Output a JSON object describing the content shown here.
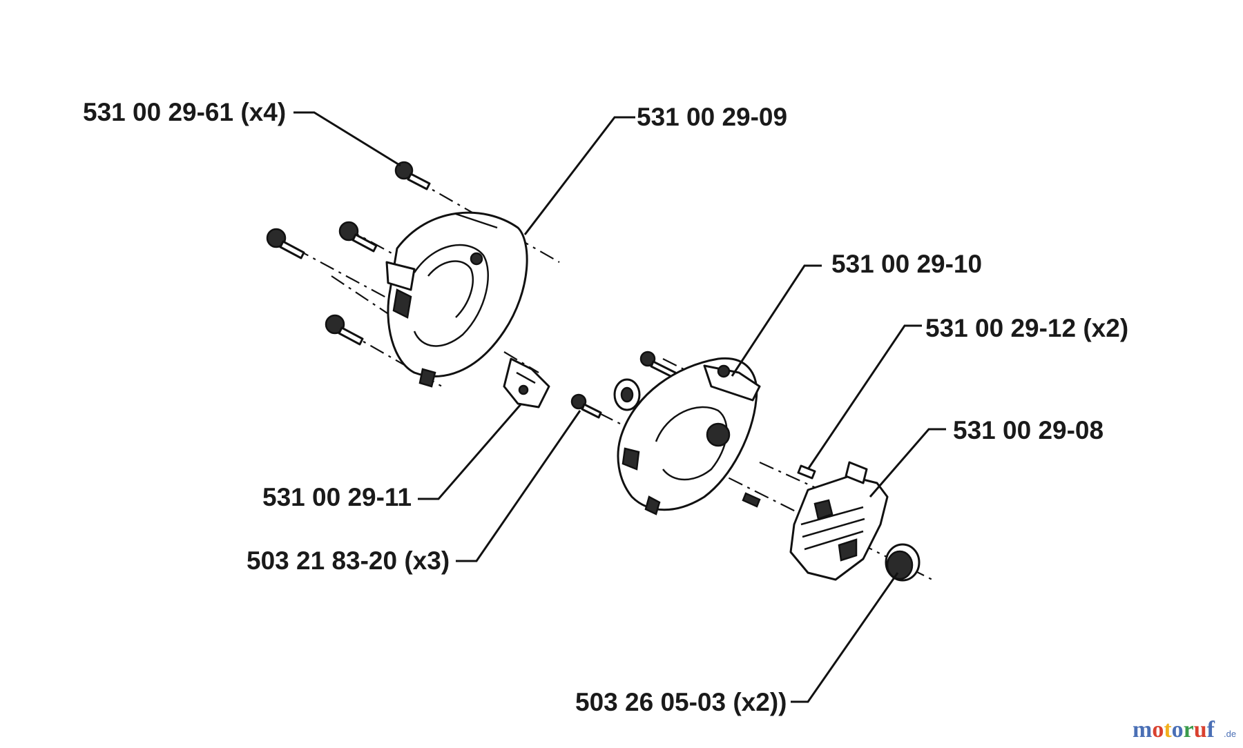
{
  "diagram": {
    "labels": {
      "screw_top": "531 00 29-61 (x4)",
      "cover": "531 00 29-09",
      "housing": "531 00 29-10",
      "pin": "531 00 29-12 (x2)",
      "pump": "531 00 29-08",
      "bracket": "531 00 29-11",
      "screw_mid": "503 21 83-20 (x3)",
      "cap": "503 26 05-03 (x2))"
    }
  },
  "watermark": {
    "letters": [
      "m",
      "o",
      "t",
      "o",
      "r",
      "u",
      "f"
    ],
    "suffix": ".de",
    "colors": [
      "#4a6fb5",
      "#d9412f",
      "#f2b01e",
      "#4a6fb5",
      "#3a9b4b",
      "#d9412f",
      "#4a6fb5"
    ]
  }
}
